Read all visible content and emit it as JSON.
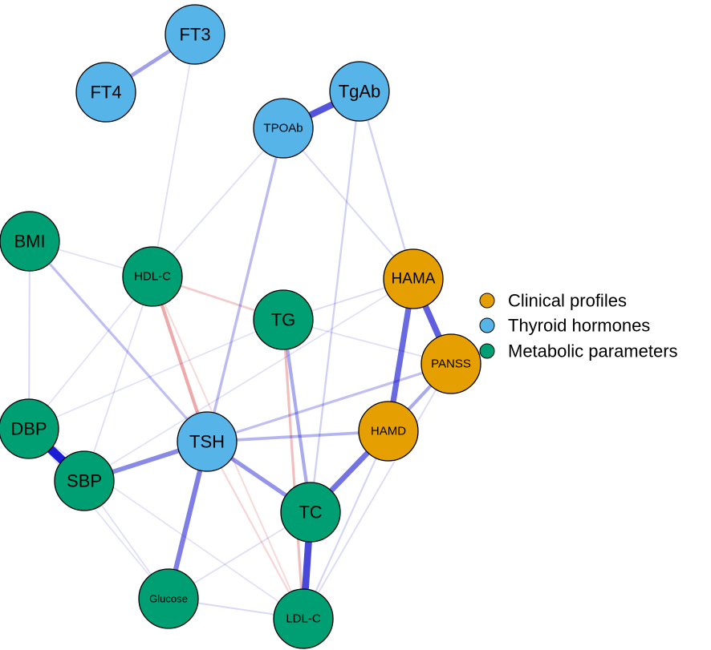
{
  "groups": [
    {
      "key": "clinical",
      "label": "Clinical profiles",
      "color": "#E69F00"
    },
    {
      "key": "thyroid",
      "label": "Thyroid hormones",
      "color": "#56B4E9"
    },
    {
      "key": "metabolic",
      "label": "Metabolic parameters",
      "color": "#009E73"
    }
  ],
  "nodes": [
    {
      "id": "FT3",
      "label": "FT3",
      "group": "thyroid"
    },
    {
      "id": "FT4",
      "label": "FT4",
      "group": "thyroid"
    },
    {
      "id": "TgAb",
      "label": "TgAb",
      "group": "thyroid"
    },
    {
      "id": "TPOAb",
      "label": "TPOAb",
      "group": "thyroid"
    },
    {
      "id": "BMI",
      "label": "BMI",
      "group": "metabolic"
    },
    {
      "id": "HDL-C",
      "label": "HDL-C",
      "group": "metabolic"
    },
    {
      "id": "TG",
      "label": "TG",
      "group": "metabolic"
    },
    {
      "id": "HAMA",
      "label": "HAMA",
      "group": "clinical"
    },
    {
      "id": "PANSS",
      "label": "PANSS",
      "group": "clinical"
    },
    {
      "id": "DBP",
      "label": "DBP",
      "group": "metabolic"
    },
    {
      "id": "SBP",
      "label": "SBP",
      "group": "metabolic"
    },
    {
      "id": "TSH",
      "label": "TSH",
      "group": "thyroid"
    },
    {
      "id": "HAMD",
      "label": "HAMD",
      "group": "clinical"
    },
    {
      "id": "TC",
      "label": "TC",
      "group": "metabolic"
    },
    {
      "id": "Glucose",
      "label": "Glucose",
      "group": "metabolic"
    },
    {
      "id": "LDL-C",
      "label": "LDL-C",
      "group": "metabolic"
    }
  ],
  "edge_colors": {
    "positive": "#0000CC",
    "negative": "#CC0000"
  },
  "edges": [
    {
      "from": "FT3",
      "to": "FT4",
      "sign": "positive",
      "weight": 0.35
    },
    {
      "from": "TPOAb",
      "to": "TgAb",
      "sign": "positive",
      "weight": 0.7
    },
    {
      "from": "DBP",
      "to": "SBP",
      "sign": "positive",
      "weight": 0.95
    },
    {
      "from": "HAMA",
      "to": "PANSS",
      "sign": "positive",
      "weight": 0.65
    },
    {
      "from": "HAMA",
      "to": "HAMD",
      "sign": "positive",
      "weight": 0.6
    },
    {
      "from": "PANSS",
      "to": "HAMD",
      "sign": "positive",
      "weight": 0.3
    },
    {
      "from": "HAMD",
      "to": "TC",
      "sign": "positive",
      "weight": 0.55
    },
    {
      "from": "TC",
      "to": "LDL-C",
      "sign": "positive",
      "weight": 0.75
    },
    {
      "from": "TSH",
      "to": "SBP",
      "sign": "positive",
      "weight": 0.45
    },
    {
      "from": "TSH",
      "to": "Glucose",
      "sign": "positive",
      "weight": 0.5
    },
    {
      "from": "TSH",
      "to": "TC",
      "sign": "positive",
      "weight": 0.4
    },
    {
      "from": "TSH",
      "to": "HAMD",
      "sign": "positive",
      "weight": 0.25
    },
    {
      "from": "TSH",
      "to": "PANSS",
      "sign": "positive",
      "weight": 0.2
    },
    {
      "from": "TSH",
      "to": "TPOAb",
      "sign": "positive",
      "weight": 0.22
    },
    {
      "from": "TSH",
      "to": "BMI",
      "sign": "positive",
      "weight": 0.2
    },
    {
      "from": "TSH",
      "to": "HDL-C",
      "sign": "negative",
      "weight": 0.3
    },
    {
      "from": "TG",
      "to": "TC",
      "sign": "positive",
      "weight": 0.3
    },
    {
      "from": "TG",
      "to": "LDL-C",
      "sign": "negative",
      "weight": 0.2
    },
    {
      "from": "HDL-C",
      "to": "TG",
      "sign": "negative",
      "weight": 0.15
    },
    {
      "from": "TgAb",
      "to": "HAMA",
      "sign": "positive",
      "weight": 0.12
    },
    {
      "from": "TgAb",
      "to": "TC",
      "sign": "positive",
      "weight": 0.12
    },
    {
      "from": "TPOAb",
      "to": "HAMA",
      "sign": "positive",
      "weight": 0.08
    },
    {
      "from": "TPOAb",
      "to": "HDL-C",
      "sign": "positive",
      "weight": 0.06
    },
    {
      "from": "FT3",
      "to": "HDL-C",
      "sign": "positive",
      "weight": 0.06
    },
    {
      "from": "BMI",
      "to": "DBP",
      "sign": "positive",
      "weight": 0.08
    },
    {
      "from": "BMI",
      "to": "HDL-C",
      "sign": "positive",
      "weight": 0.05
    },
    {
      "from": "HDL-C",
      "to": "SBP",
      "sign": "positive",
      "weight": 0.06
    },
    {
      "from": "HDL-C",
      "to": "LDL-C",
      "sign": "negative",
      "weight": 0.08
    },
    {
      "from": "HDL-C",
      "to": "DBP",
      "sign": "positive",
      "weight": 0.05
    },
    {
      "from": "TG",
      "to": "HAMA",
      "sign": "positive",
      "weight": 0.07
    },
    {
      "from": "TG",
      "to": "PANSS",
      "sign": "positive",
      "weight": 0.06
    },
    {
      "from": "TG",
      "to": "DBP",
      "sign": "positive",
      "weight": 0.05
    },
    {
      "from": "Glucose",
      "to": "LDL-C",
      "sign": "positive",
      "weight": 0.08
    },
    {
      "from": "Glucose",
      "to": "TC",
      "sign": "positive",
      "weight": 0.06
    },
    {
      "from": "SBP",
      "to": "Glucose",
      "sign": "positive",
      "weight": 0.06
    },
    {
      "from": "DBP",
      "to": "Glucose",
      "sign": "positive",
      "weight": 0.05
    },
    {
      "from": "DBP",
      "to": "LDL-C",
      "sign": "positive",
      "weight": 0.05
    },
    {
      "from": "HAMD",
      "to": "LDL-C",
      "sign": "positive",
      "weight": 0.1
    },
    {
      "from": "PANSS",
      "to": "LDL-C",
      "sign": "positive",
      "weight": 0.07
    },
    {
      "from": "HAMA",
      "to": "SBP",
      "sign": "positive",
      "weight": 0.05
    },
    {
      "from": "TSH",
      "to": "LDL-C",
      "sign": "negative",
      "weight": 0.1
    }
  ]
}
